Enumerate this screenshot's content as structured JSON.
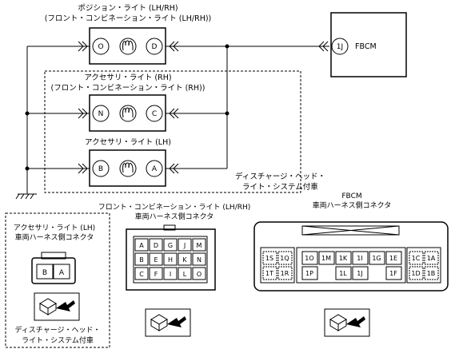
{
  "labels": {
    "position_light": "ポジション・ライト (LH/RH)",
    "position_light_sub": "(フロント・コンビネーション・ライト (LH/RH))",
    "accessory_rh": "アクセサリ・ライト (RH)",
    "accessory_rh_sub": "(フロント・コンビネーション・ライト (RH))",
    "accessory_lh": "アクセサリ・ライト (LH)",
    "fbcm": "FBCM",
    "discharge_line1": "ディスチャージ・ヘッド・",
    "discharge_line2": "ライト・システム付車",
    "front_combi_title1": "フロント・コンビネーション・ライト (LH/RH)",
    "front_combi_title2": "車両ハーネス側コネクタ",
    "fbcm_conn_title1": "FBCM",
    "fbcm_conn_title2": "車両ハーネス側コネクタ",
    "acc_lh_conn_title1": "アクセサリ・ライト (LH)",
    "acc_lh_conn_title2": "車両ハーネス側コネクタ",
    "discharge_bottom1": "ディスチャージ・ヘッド・",
    "discharge_bottom2": "ライト・システム付車"
  },
  "pins": {
    "pos_left": "O",
    "pos_right": "D",
    "acc_rh_left": "N",
    "acc_rh_right": "C",
    "acc_lh_left": "B",
    "acc_lh_right": "A",
    "fbcm_pin": "1J"
  },
  "connectors": {
    "front_combi": [
      [
        "A",
        "D",
        "G",
        "J",
        "M"
      ],
      [
        "B",
        "E",
        "H",
        "K",
        "N"
      ],
      [
        "C",
        "F",
        "I",
        "L",
        "O"
      ]
    ],
    "fbcm_left": [
      [
        "1S",
        "1Q"
      ],
      [
        "1T",
        "1R"
      ]
    ],
    "fbcm_mid_top": [
      "1O",
      "1M",
      "1K",
      "1I",
      "1G",
      "1E"
    ],
    "fbcm_mid_bottom": [
      "1P",
      "",
      "1L",
      "1J",
      "",
      "1F"
    ],
    "fbcm_right": [
      [
        "1C",
        "1A"
      ],
      [
        "1D",
        "1B"
      ]
    ],
    "acc_lh": [
      "B",
      "A"
    ]
  }
}
